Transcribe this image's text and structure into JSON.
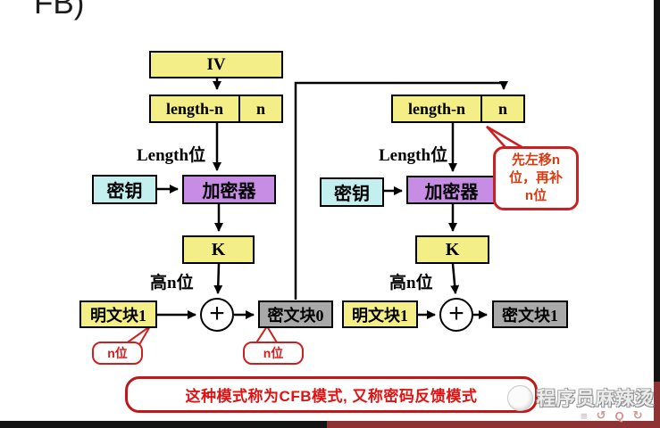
{
  "window": {
    "cropped_heading": "FB)"
  },
  "colors": {
    "box_yellow": "#F3EE86",
    "box_cyan": "#C4EFEF",
    "box_purple": "#C78CE3",
    "box_gray": "#A9A9A9",
    "annotation_red": "#CC2020",
    "bar_black": "#141414",
    "bar_dark_red": "#8E3233"
  },
  "left_diagram": {
    "iv_label": "IV",
    "register_main": "length-n",
    "register_sub": "n",
    "length_bits_label": "Length位",
    "key_label": "密钥",
    "encryptor_label": "加密器",
    "output_label": "K",
    "high_bits_label": "高n位",
    "plaintext_label": "明文块1",
    "xor_symbol": "+",
    "ciphertext_label": "密文块0",
    "plaintext_note": "n位",
    "ciphertext_note": "n位"
  },
  "right_diagram": {
    "register_main": "length-n",
    "register_sub": "n",
    "length_bits_label": "Length位",
    "key_label": "密钥",
    "encryptor_label": "加密器",
    "output_label": "K",
    "high_bits_label": "高n位",
    "plaintext_label": "明文块1",
    "xor_symbol": "+",
    "ciphertext_label": "密文块1",
    "shift_note": "先左移n\n位，再补\nn位"
  },
  "caption": {
    "text": "这种模式称为CFB模式, 又称密码反馈模式"
  },
  "watermark": {
    "brand": "程序员麻辣烫",
    "menu_icon": "≡",
    "undo_icon": "↺",
    "search_icon": "Q",
    "redo_icon": "↻"
  }
}
